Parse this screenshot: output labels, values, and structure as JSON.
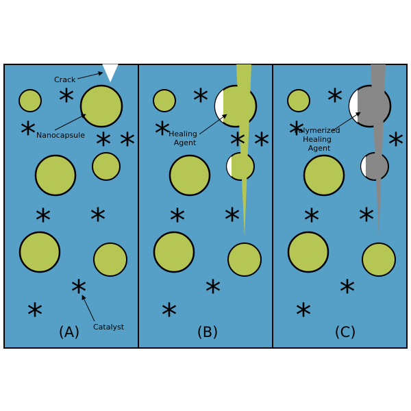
{
  "panels": [
    {
      "id": "A",
      "label": "(A)"
    },
    {
      "id": "B",
      "label": "(B)"
    },
    {
      "id": "C",
      "label": "(C)"
    }
  ],
  "annotations": {
    "crack": "Crack",
    "nanocapsule": "Nanocapsule",
    "catalyst": "Catalyst",
    "healing_agent": [
      "Healing",
      "Agent"
    ],
    "polymerized_healing_agent": [
      "Polymerized",
      "Healing",
      "Agent"
    ]
  },
  "asterisk_glyph": "*",
  "colors": {
    "matrix": "#56a0c7",
    "capsule": "#b5c654",
    "polymer": "#888888",
    "outline": "#000000",
    "crack": "#ffffff"
  }
}
